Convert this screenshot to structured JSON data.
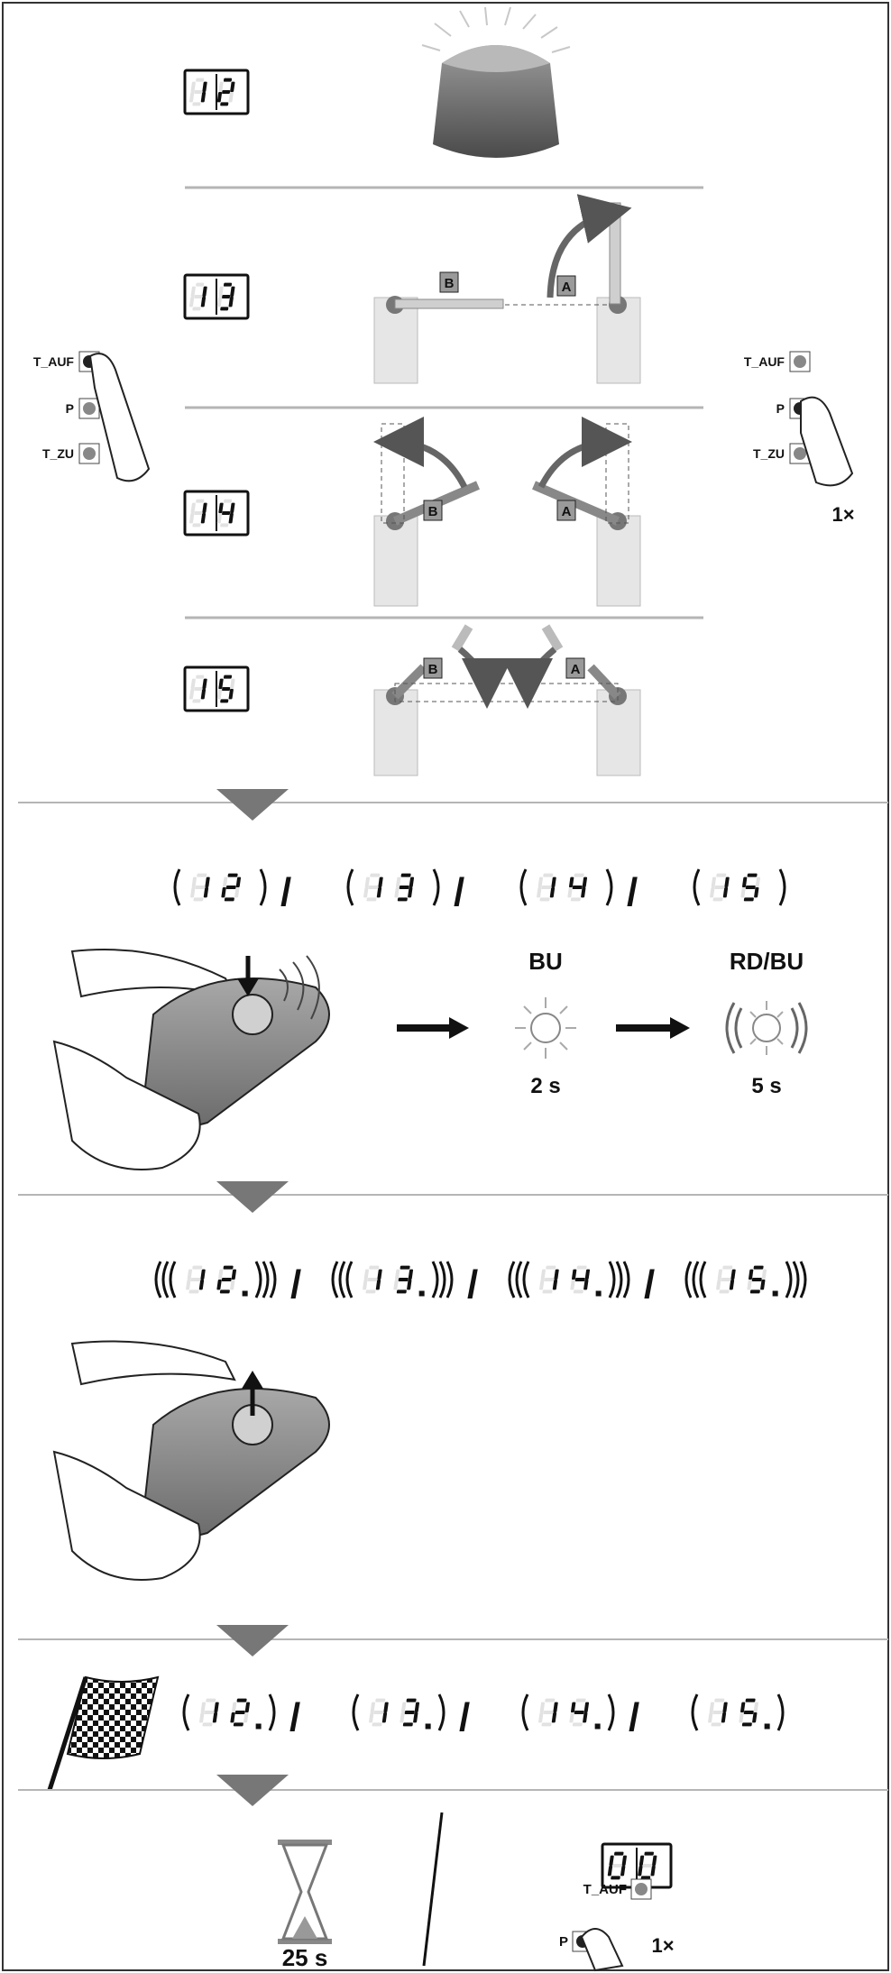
{
  "steps": {
    "codes": [
      "12",
      "13",
      "14",
      "15"
    ],
    "blink_codes": [
      "12.",
      "13.",
      "14.",
      "15."
    ],
    "finish_codes": [
      "12.",
      "13.",
      "14.",
      "15."
    ],
    "separator": "/",
    "arm_a": "A",
    "arm_b": "B"
  },
  "buttons": {
    "open": "T_AUF",
    "program": "P",
    "close": "T_ZU",
    "press_count": "1×"
  },
  "led": {
    "first_color": "BU",
    "first_time": "2 s",
    "second_color": "RD/BU",
    "second_time": "5 s"
  },
  "end": {
    "timeout": "25 s",
    "display": "00"
  },
  "colors": {
    "line": "#b5b5b5",
    "arrow": "#8a8a8a",
    "dark": "#111111",
    "gray": "#5d5d5d"
  }
}
